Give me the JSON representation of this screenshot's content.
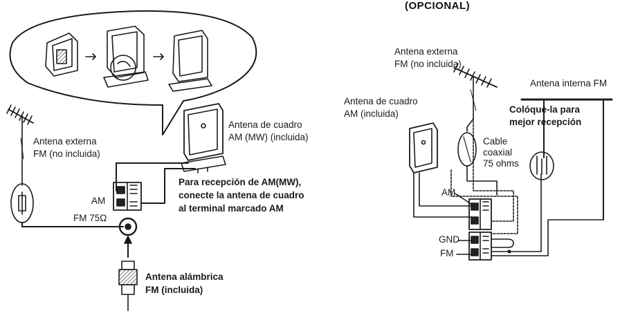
{
  "heading": "(OPCIONAL)",
  "left_panel": {
    "external_fm_antenna": [
      "Antena externa",
      "FM (no incluida)"
    ],
    "am_loop_antenna": [
      "Antena de cuadro",
      "AM (MW) (incluida)"
    ],
    "am_terminal": "AM",
    "fm_terminal": "FM 75Ω",
    "am_reception_note": [
      "Para recepción de AM(MW),",
      "conecte la antena de cuadro",
      "al terminal marcado AM"
    ],
    "fm_wire_antenna": [
      "Antena alámbrica",
      "FM (incluida)"
    ]
  },
  "right_panel": {
    "external_fm_antenna": [
      "Antena externa",
      "FM (no incluida)"
    ],
    "am_loop_antenna": [
      "Antena de cuadro",
      "AM (incluida)"
    ],
    "internal_fm_antenna": "Antena interna FM",
    "placement_note": [
      "Colóque-la para",
      "mejor recepción"
    ],
    "coaxial_cable": [
      "Cable",
      "coaxial",
      "75 ohms"
    ],
    "terminal_am": "AM",
    "terminal_gnd": "GND",
    "terminal_fm": "FM"
  },
  "colors": {
    "line": "#1a1a1a",
    "background": "#ffffff"
  }
}
